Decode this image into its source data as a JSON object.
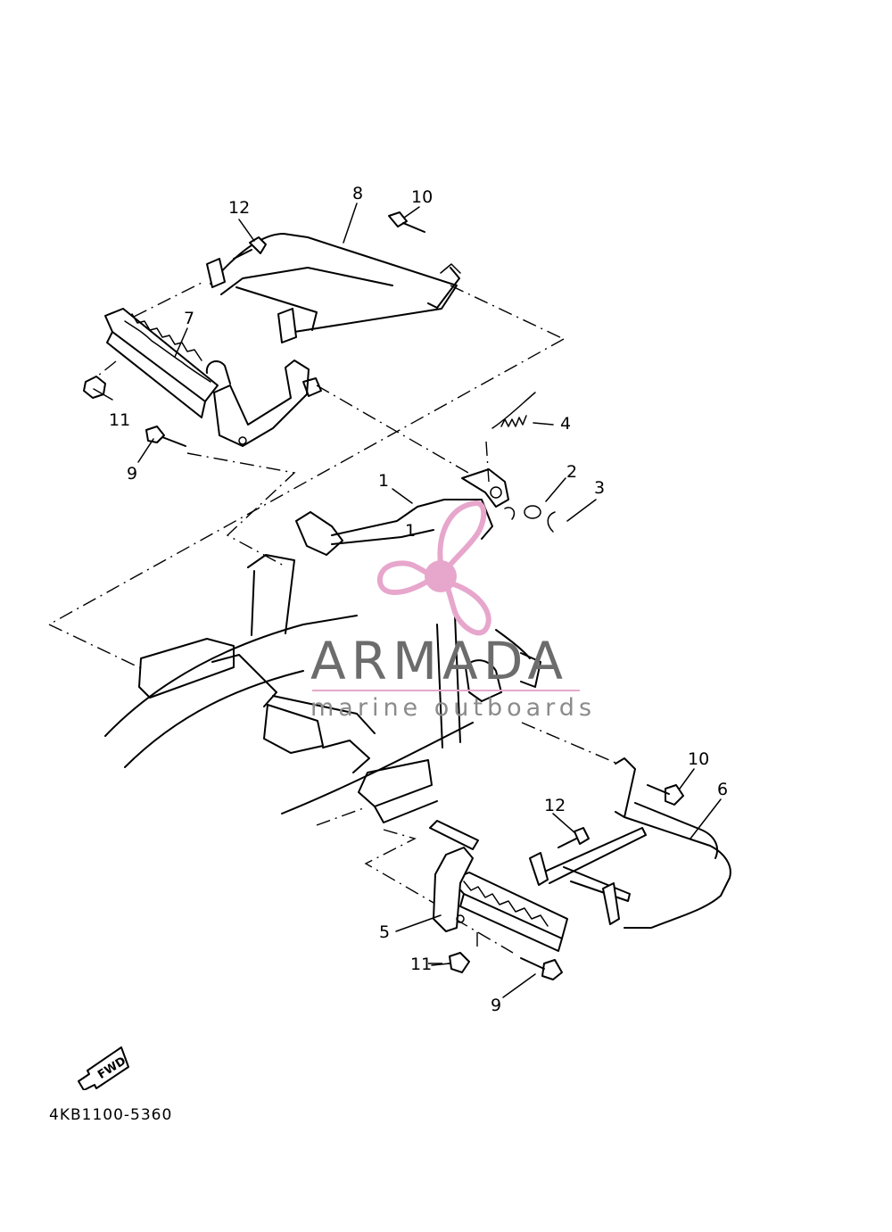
{
  "diagram": {
    "code": "4KB1100-5360",
    "fwd_label": "FWD",
    "callouts": [
      {
        "id": "c12a",
        "text": "12"
      },
      {
        "id": "c8",
        "text": "8"
      },
      {
        "id": "c10a",
        "text": "10"
      },
      {
        "id": "c7",
        "text": "7"
      },
      {
        "id": "c11a",
        "text": "11"
      },
      {
        "id": "c9a",
        "text": "9"
      },
      {
        "id": "c4",
        "text": "4"
      },
      {
        "id": "c1a",
        "text": "1"
      },
      {
        "id": "c1b",
        "text": "1"
      },
      {
        "id": "c2",
        "text": "2"
      },
      {
        "id": "c3",
        "text": "3"
      },
      {
        "id": "c10b",
        "text": "10"
      },
      {
        "id": "c6",
        "text": "6"
      },
      {
        "id": "c12b",
        "text": "12"
      },
      {
        "id": "c5",
        "text": "5"
      },
      {
        "id": "c11b",
        "text": "11"
      },
      {
        "id": "c9b",
        "text": "9"
      }
    ]
  },
  "watermark": {
    "title": "ARMADA",
    "subtitle": "marine outboards",
    "logo_icon": "propeller-icon",
    "colors": {
      "logo_pink": "#e7a6cc",
      "text_gray": "#6c6c6c"
    }
  }
}
